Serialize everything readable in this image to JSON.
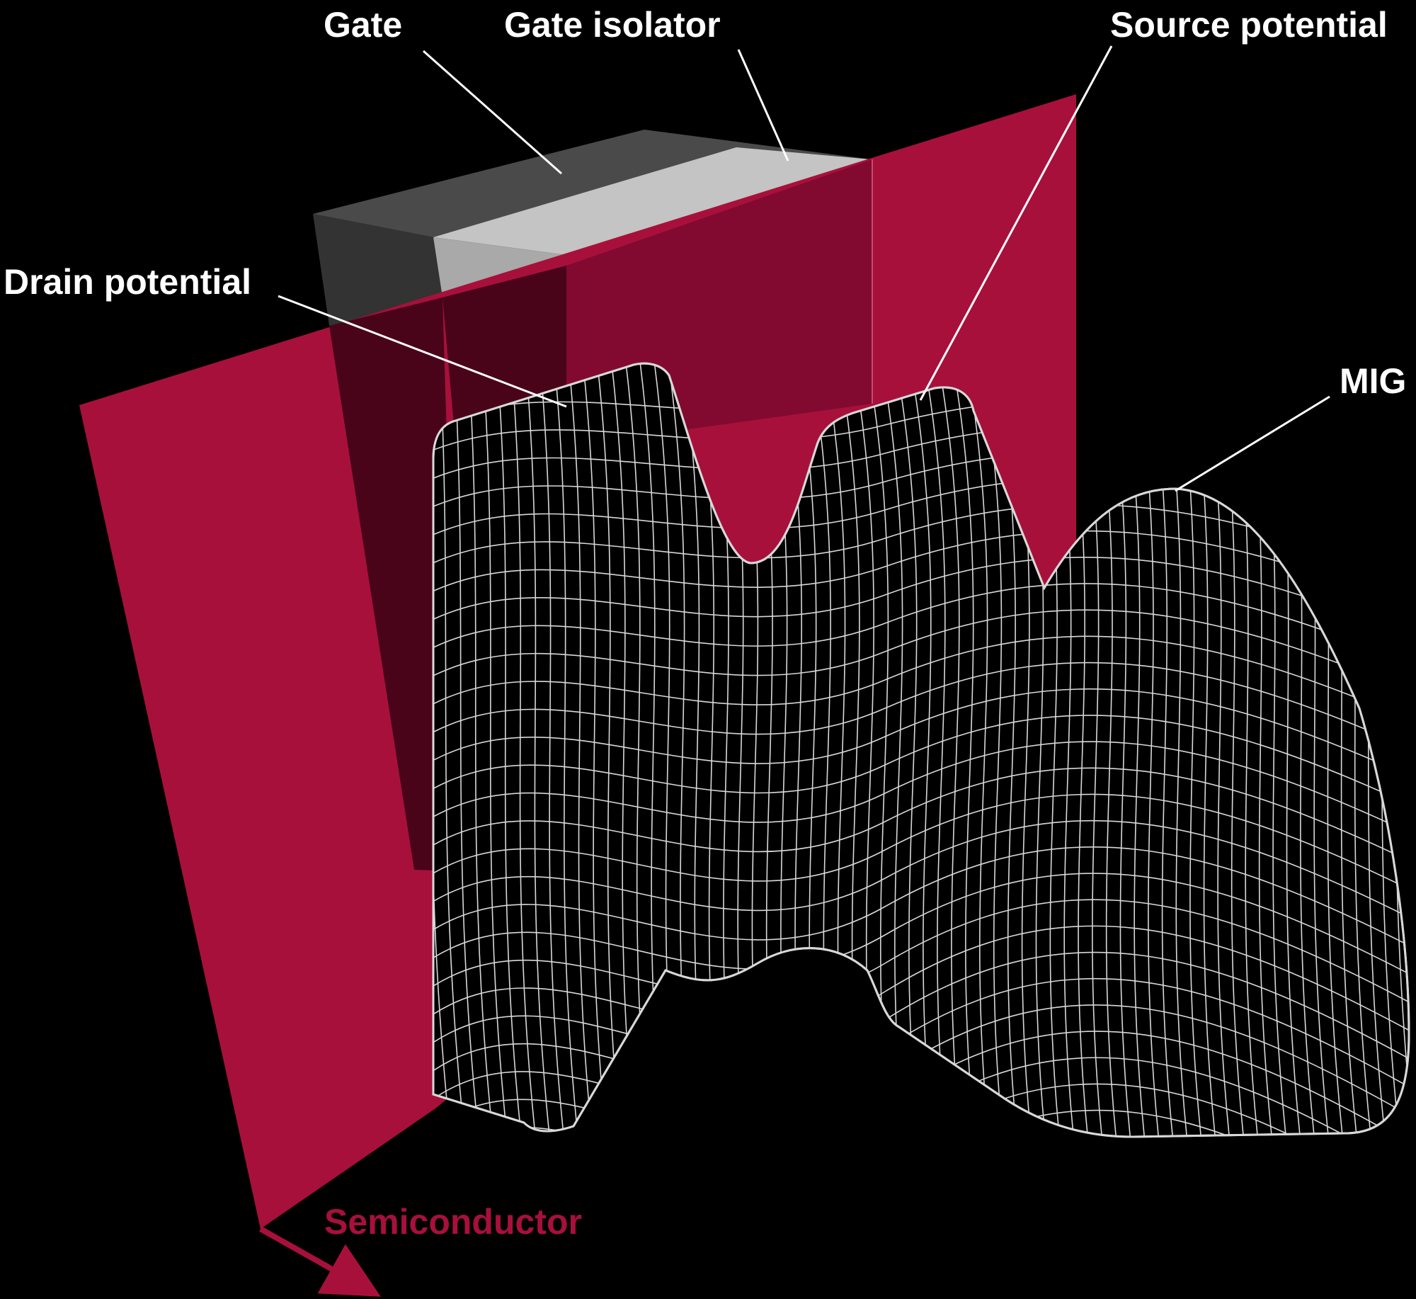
{
  "labels": {
    "gate": "Gate",
    "gate_isolator": "Gate isolator",
    "source_potential": "Source potential",
    "drain_potential": "Drain potential",
    "mig": "MIG",
    "semiconductor": "Semiconductor"
  },
  "colors": {
    "background": "#000000",
    "semiconductor_plane": "#A8103C",
    "plane_under_gate": "#4A0419",
    "plane_under_isolator": "#820A30",
    "gate_dark": "#3A3A3A",
    "gate_isolator": "#C4C4C4",
    "mesh_lines": "#D8D8D8",
    "label_text": "#FFFFFF",
    "semiconductor_label": "#A8103C"
  }
}
